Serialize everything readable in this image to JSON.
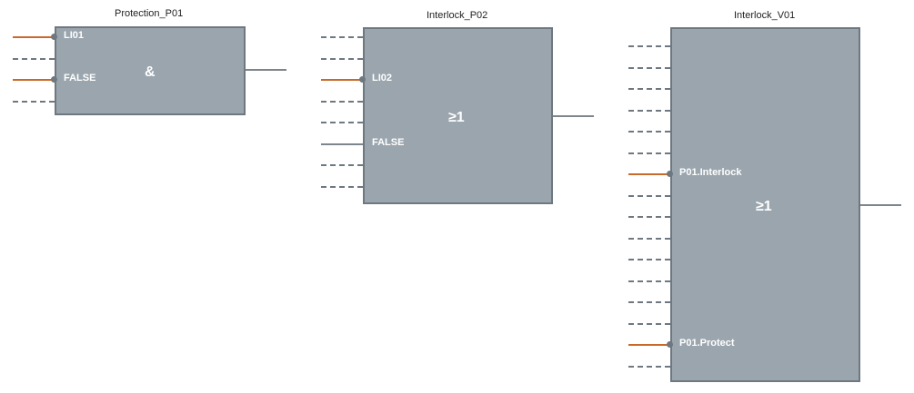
{
  "blocks": [
    {
      "id": "protection-p01",
      "title": "Protection_P01",
      "operator": "&",
      "pins": [
        {
          "label": "LI01",
          "state": "connected"
        },
        {
          "label": "",
          "state": "open"
        },
        {
          "label": "FALSE",
          "state": "connected"
        },
        {
          "label": "",
          "state": "open"
        }
      ]
    },
    {
      "id": "interlock-p02",
      "title": "Interlock_P02",
      "operator": "≥1",
      "pins": [
        {
          "label": "",
          "state": "open"
        },
        {
          "label": "",
          "state": "open"
        },
        {
          "label": "LI02",
          "state": "connected"
        },
        {
          "label": "",
          "state": "open"
        },
        {
          "label": "",
          "state": "open"
        },
        {
          "label": "FALSE",
          "state": "constant"
        },
        {
          "label": "",
          "state": "open"
        },
        {
          "label": "",
          "state": "open"
        }
      ]
    },
    {
      "id": "interlock-v01",
      "title": "Interlock_V01",
      "operator": "≥1",
      "pins": [
        {
          "label": "",
          "state": "open"
        },
        {
          "label": "",
          "state": "open"
        },
        {
          "label": "",
          "state": "open"
        },
        {
          "label": "",
          "state": "open"
        },
        {
          "label": "",
          "state": "open"
        },
        {
          "label": "",
          "state": "open"
        },
        {
          "label": "P01.Interlock",
          "state": "connected"
        },
        {
          "label": "",
          "state": "open"
        },
        {
          "label": "",
          "state": "open"
        },
        {
          "label": "",
          "state": "open"
        },
        {
          "label": "",
          "state": "open"
        },
        {
          "label": "",
          "state": "open"
        },
        {
          "label": "",
          "state": "open"
        },
        {
          "label": "",
          "state": "open"
        },
        {
          "label": "P01.Protect",
          "state": "connected"
        },
        {
          "label": "",
          "state": "open"
        }
      ]
    }
  ],
  "colors": {
    "block_fill": "#9aa5ae",
    "block_border": "#6e7880",
    "connected_wire": "#c86a2a",
    "open_wire": "#6e7880"
  }
}
